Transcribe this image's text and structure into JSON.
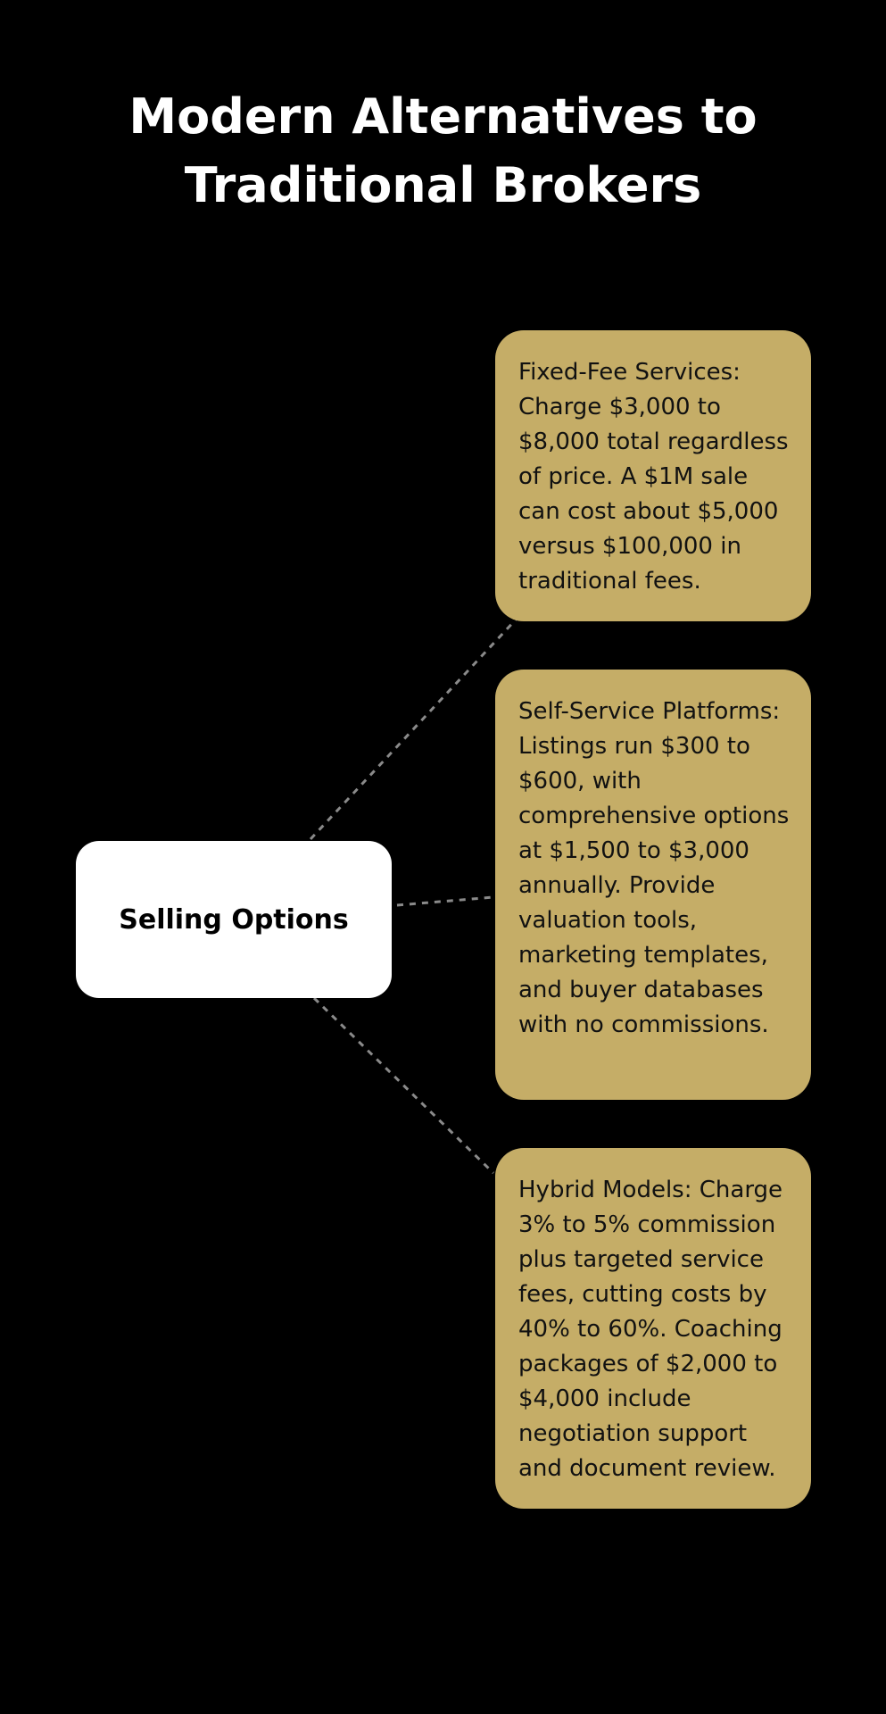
{
  "title_lines": [
    "Modern Alternatives to",
    "Traditional Brokers"
  ],
  "center": {
    "label": "Selling Options",
    "color": "#ffffff"
  },
  "options": [
    {
      "text": "Fixed-Fee Services: Charge $3,000 to $8,000 total regardless of price. A $1M sale can cost about $5,000 versus $100,000 in traditional fees."
    },
    {
      "text": "Self-Service Platforms: Listings run $300 to $600, with comprehensive options at $1,500 to $3,000 annually. Provide valuation tools, marketing templates, and buyer databases with no commissions."
    },
    {
      "text": "Hybrid Models: Charge 3% to 5% commission plus targeted service fees, cutting costs by 40% to 60%. Coaching packages of $2,000 to $4,000 include negotiation support and document review."
    }
  ],
  "colors": {
    "background": "#000000",
    "option_fill": "#c5ad67",
    "connector": "#8a8a8a",
    "title": "#ffffff"
  }
}
